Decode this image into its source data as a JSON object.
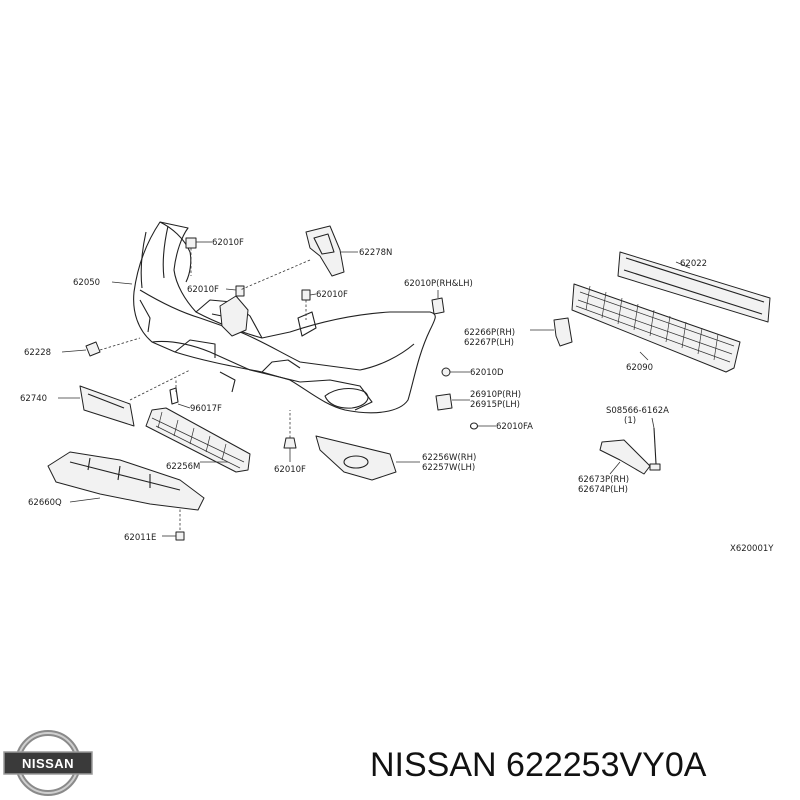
{
  "diagram_code": "X620001Y",
  "brand_logo_text": "NISSAN",
  "footer_title": "NISSAN 622253VY0A",
  "labels": [
    "62010F",
    "62278N",
    "62050",
    "62010F",
    "62010F",
    "62010P(RH&LH)",
    "62022",
    "62228",
    "62266P(RH)",
    "62267P(LH)",
    "62010D",
    "62090",
    "62740",
    "96017F",
    "26910P(RH)",
    "26915P(LH)",
    "62010FA",
    "S08566-6162A",
    "(1)",
    "62256M",
    "62010F",
    "62256W(RH)",
    "62257W(LH)",
    "62673P(RH)",
    "62674P(LH)",
    "62660Q",
    "62011E"
  ],
  "colors": {
    "line": "#222222",
    "background": "#ffffff",
    "logo_dark": "#3a3a3a",
    "logo_ring": "#8a8a8a"
  }
}
